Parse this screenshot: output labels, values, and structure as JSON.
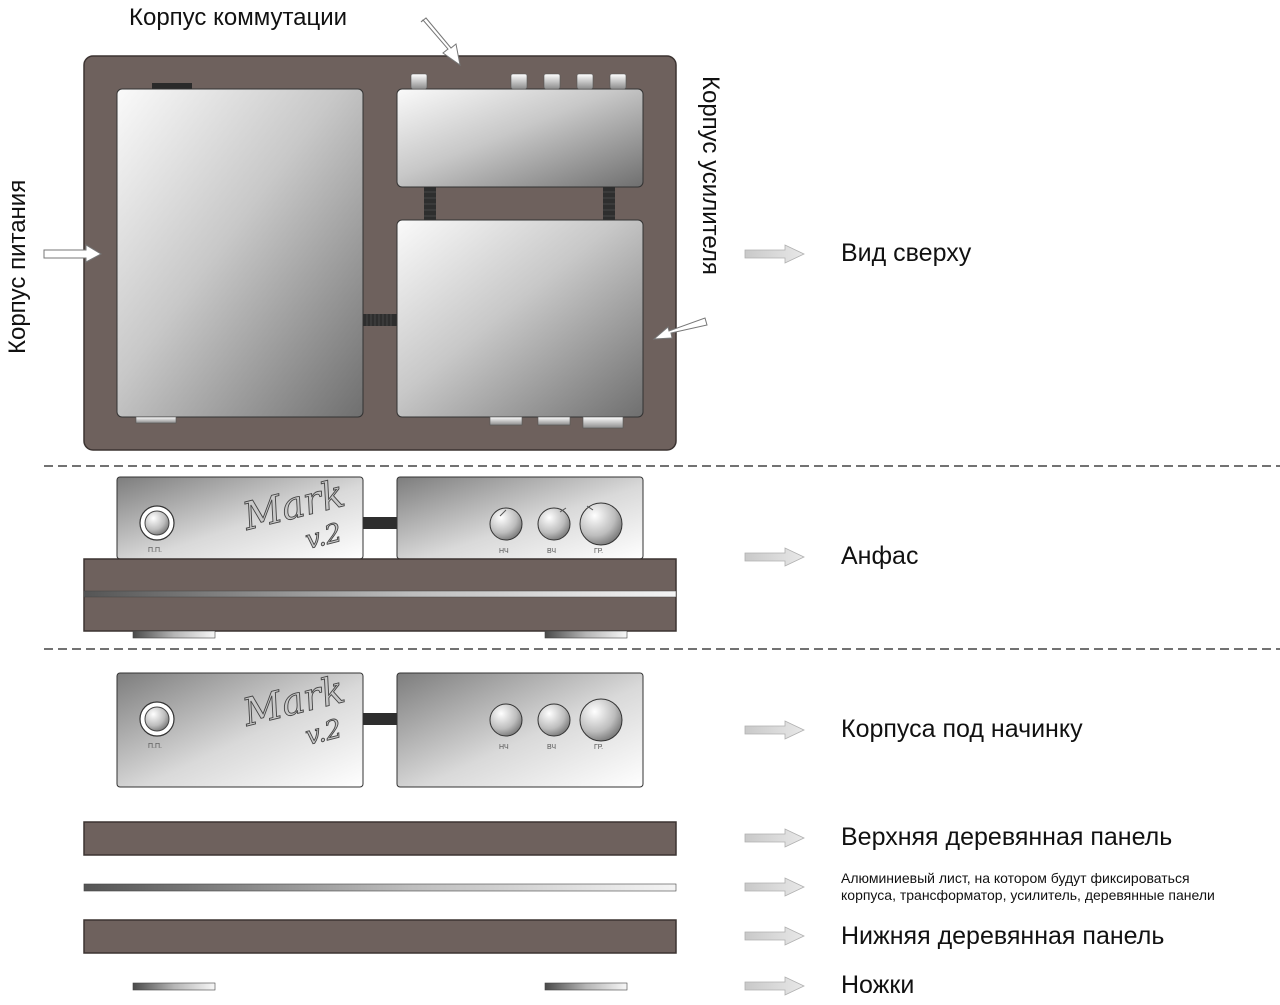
{
  "labels": {
    "korpus_kommutatsii": "Корпус коммутации",
    "korpus_pitaniya": "Корпус питания",
    "korpus_usilitelya": "Корпус усилителя"
  },
  "views": {
    "top": "Вид сверху",
    "front": "Анфас",
    "cases": "Корпуса под начинку",
    "upper_panel": "Верхняя деревянная панель",
    "aluminium_line1": "Алюминиевый лист, на котором будут фиксироваться",
    "aluminium_line2": "корпуса, трансформатор, усилитель, деревянные панели",
    "lower_panel": "Нижняя деревянная панель",
    "legs": "Ножки"
  },
  "front_panel": {
    "brand": "Mark",
    "version": "v.2",
    "power_label": "П.П.",
    "knobs": [
      "НЧ",
      "ВЧ",
      "ГР."
    ]
  },
  "colors": {
    "wood": "#6e615d",
    "wood_stroke": "#3b3331",
    "metal_light": "#f2f2f2",
    "metal_dark": "#7a7a7a",
    "connector": "#2a2a2a"
  }
}
